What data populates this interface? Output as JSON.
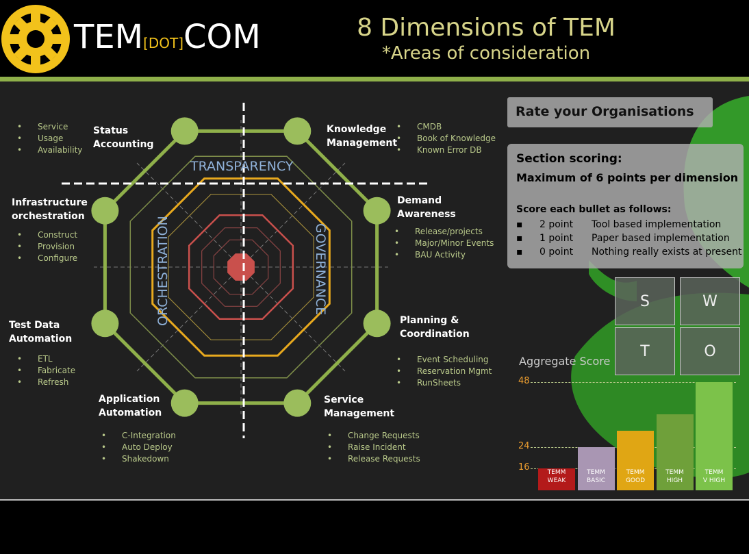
{
  "header": {
    "logo_text_left": "TEM",
    "logo_text_mid": "[DOT]",
    "logo_text_right": "COM",
    "title": "8 Dimensions of TEM",
    "subtitle": "*Areas of consideration"
  },
  "axes": {
    "top": "TRANSPARENCY",
    "left": "ORCHESTRATION",
    "right": "GOVERNANCE"
  },
  "dimensions": [
    {
      "name": "Status\nAccounting",
      "bullets": [
        "Service",
        "Usage",
        "Availability"
      ]
    },
    {
      "name": "Knowledge\nManagement",
      "bullets": [
        "CMDB",
        "Book of Knowledge",
        "Known Error DB"
      ]
    },
    {
      "name": "Demand\nAwareness",
      "bullets": [
        "Release/projects",
        "Major/Minor Events",
        "BAU Activity"
      ]
    },
    {
      "name": "Planning &\nCoordination",
      "bullets": [
        "Event Scheduling",
        "Reservation Mgmt",
        "RunSheets"
      ]
    },
    {
      "name": "Service\nManagement",
      "bullets": [
        "Change Requests",
        "Raise Incident",
        "Release Requests"
      ]
    },
    {
      "name": "Application\nAutomation",
      "bullets": [
        "C-Integration",
        "Auto Deploy",
        "Shakedown"
      ]
    },
    {
      "name": "Test Data\nAutomation",
      "bullets": [
        "ETL",
        "Fabricate",
        "Refresh"
      ]
    },
    {
      "name": "Infrastructure\norchestration",
      "bullets": [
        "Construct",
        "Provision",
        "Configure"
      ]
    }
  ],
  "rating_panel": {
    "title": "Rate your Organisations"
  },
  "scoring_panel": {
    "heading": "Section scoring:",
    "subheading": "Maximum of 6 points per dimension",
    "instruction": "Score each bullet as follows:",
    "rules": [
      {
        "points": "2 point",
        "desc": "Tool based implementation"
      },
      {
        "points": "1 point",
        "desc": "Paper based implementation"
      },
      {
        "points": "0 point",
        "desc": "Nothing really exists at present"
      }
    ]
  },
  "swot": [
    "S",
    "W",
    "T",
    "O"
  ],
  "colors": {
    "accent_green": "#8fb04a",
    "logo_yellow": "#f2c21b",
    "title_yellow": "#d8d58a",
    "ring_yellow": "#e8a91e",
    "ring_red": "#c9504c",
    "axis_blue": "#8fb1d8"
  },
  "chart_data": {
    "type": "bar",
    "title": "Aggregate Score",
    "categories": [
      "TEMM\nWEAK",
      "TEMM\nBASIC",
      "TEMM\nGOOD",
      "TEMM\nHIGH",
      "TEMM\nV HIGH"
    ],
    "values": [
      16,
      24,
      30,
      36,
      48
    ],
    "ticks": [
      16,
      24,
      48
    ],
    "tick_labels": [
      "16",
      "24",
      "48"
    ],
    "colors": [
      "#b31a1a",
      "#a996b3",
      "#e0a614",
      "#6fa03a",
      "#7cc24a"
    ],
    "ylim": [
      8,
      48
    ]
  }
}
